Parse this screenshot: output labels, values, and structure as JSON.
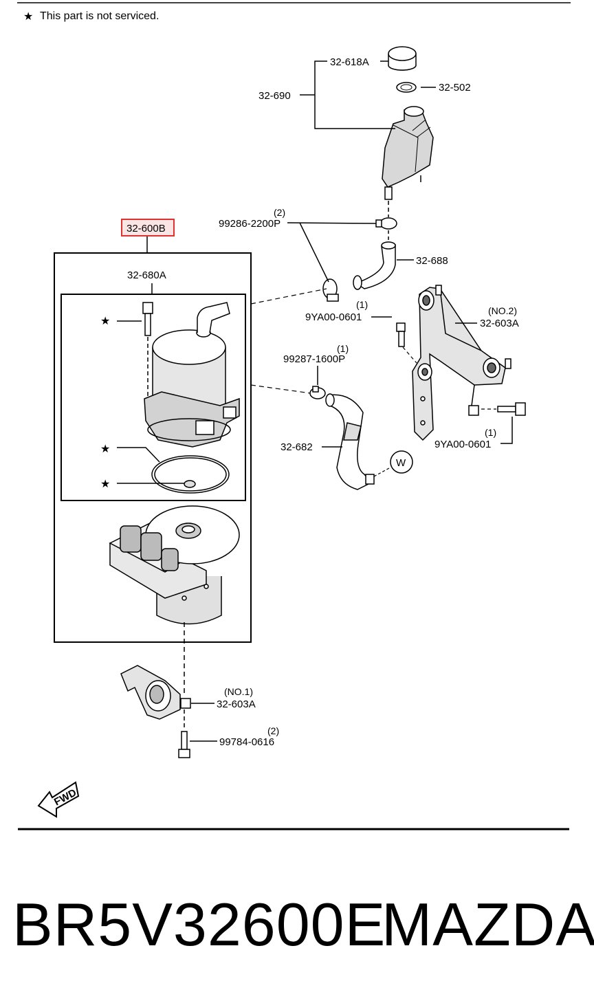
{
  "note": {
    "star": "★",
    "text": "This part is not serviced."
  },
  "labels": {
    "cap": "32-618A",
    "oring": "32-502",
    "reservoir": "32-690",
    "assembly": "32-600B",
    "hose_clamp_qty": "(2)",
    "hose_clamp": "99286-2200P",
    "upper_hose": "32-688",
    "motor": "32-680A",
    "bolt_top_qty": "(1)",
    "bolt_top": "9YA00-0601",
    "bracket2_no": "(NO.2)",
    "bracket2": "32-603A",
    "clamp2_qty": "(1)",
    "clamp2": "99287-1600P",
    "lower_hose": "32-682",
    "bolt_side_qty": "(1)",
    "bolt_side": "9YA00-0601",
    "w_marker": "W",
    "bracket1_no": "(NO.1)",
    "bracket1": "32-603A",
    "bolt_bottom_qty": "(2)",
    "bolt_bottom": "99784-0616",
    "fwd": "FWD"
  },
  "footer": {
    "part_number": "BR5V32600E",
    "brand": "MAZDA"
  },
  "highlight_color": "#e03030"
}
